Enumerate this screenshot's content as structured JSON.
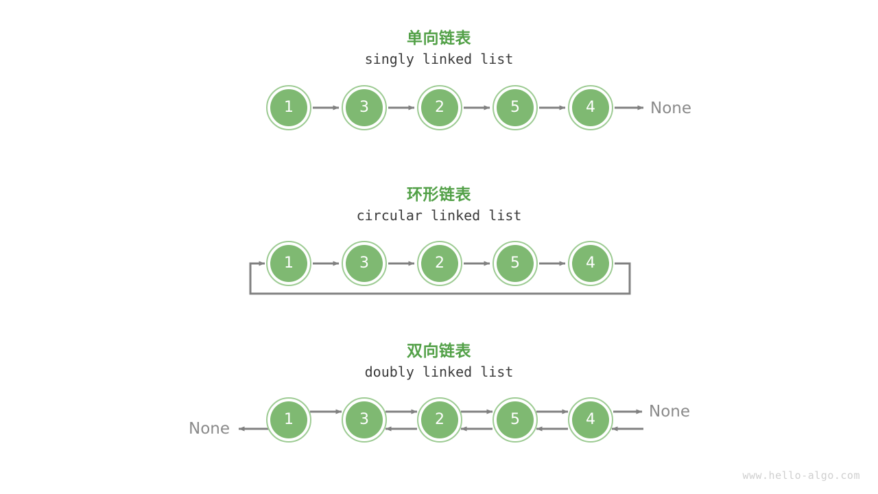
{
  "page": {
    "background": "#ffffff",
    "watermark": "www.hello-algo.com",
    "colors": {
      "title_green": "#52a047",
      "node_fill": "#7fb972",
      "node_ring": "#9dcb93",
      "arrow_gray": "#808080",
      "none_text": "#8a8a8a",
      "subtitle_text": "#3a3a3a",
      "watermark_text": "#cfcfcf"
    }
  },
  "sections": [
    {
      "id": "singly",
      "title": "单向链表",
      "subtitle": "singly linked list",
      "nodes": [
        {
          "value": "1"
        },
        {
          "value": "3"
        },
        {
          "value": "2"
        },
        {
          "value": "5"
        },
        {
          "value": "4"
        }
      ],
      "tail_none_label": "None",
      "head_none_label": null,
      "bidirectional": false,
      "circular": false
    },
    {
      "id": "circular",
      "title": "环形链表",
      "subtitle": "circular linked list",
      "nodes": [
        {
          "value": "1"
        },
        {
          "value": "3"
        },
        {
          "value": "2"
        },
        {
          "value": "5"
        },
        {
          "value": "4"
        }
      ],
      "tail_none_label": null,
      "head_none_label": null,
      "bidirectional": false,
      "circular": true
    },
    {
      "id": "doubly",
      "title": "双向链表",
      "subtitle": "doubly linked list",
      "nodes": [
        {
          "value": "1"
        },
        {
          "value": "3"
        },
        {
          "value": "2"
        },
        {
          "value": "5"
        },
        {
          "value": "4"
        }
      ],
      "tail_none_label": "None",
      "head_none_label": "None",
      "bidirectional": true,
      "circular": false
    }
  ]
}
